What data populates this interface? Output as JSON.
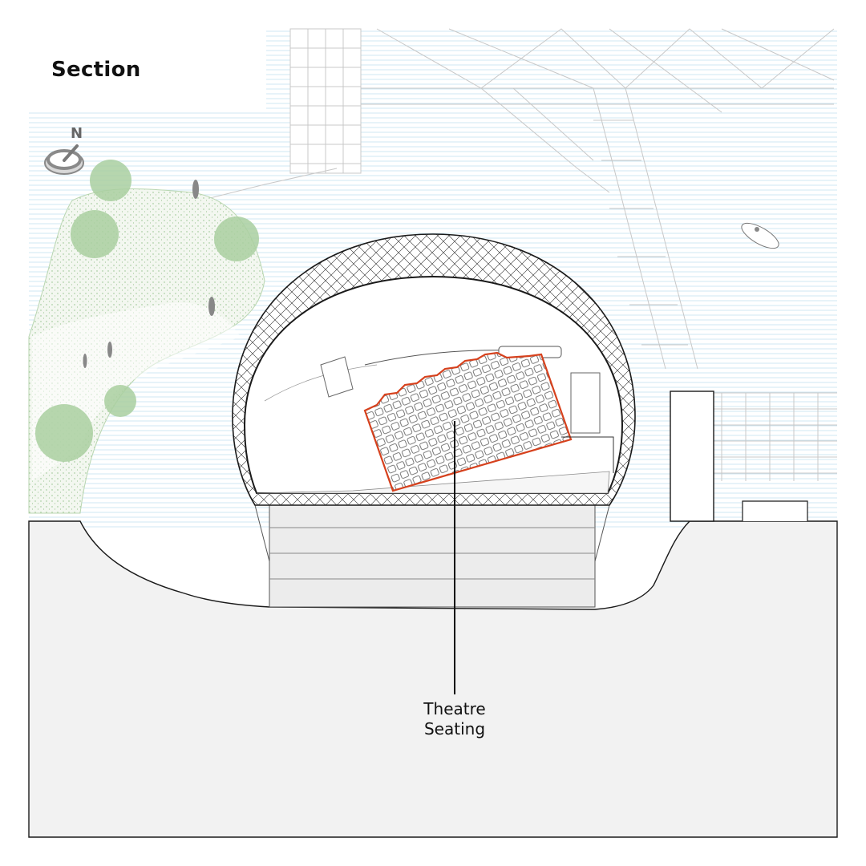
{
  "diagram": {
    "title": "Section",
    "north_label": "N",
    "callout": {
      "line1": "Theatre",
      "line2": "Seating"
    },
    "colors": {
      "water_lines": "#cfe7f3",
      "ground": "#f2f2f2",
      "vegetation": "#a9cfa0",
      "seating_highlight": "#d6411d",
      "linework": "#1a1a1a",
      "faint_linework": "#c8c8c8"
    },
    "icons": [
      "compass-icon",
      "person-icon",
      "kayak-icon",
      "tree-icon"
    ]
  }
}
